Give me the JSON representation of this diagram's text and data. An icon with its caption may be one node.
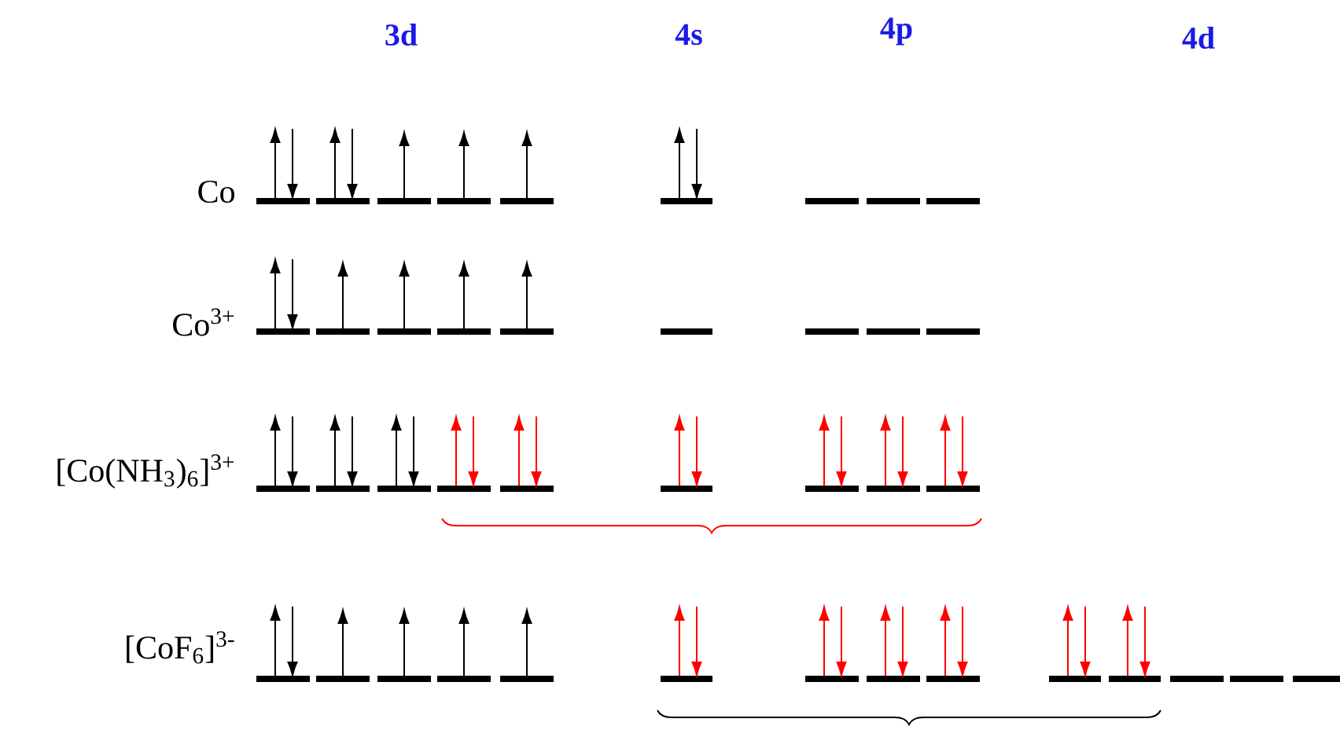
{
  "diagram": {
    "labels": [
      "3d",
      "4s",
      "4p",
      "4d",
      "Co",
      "Co$^{3+}$",
      "[Co(NH$_{3}$)$_{6}$]$^{3+}$",
      "[CoF$_{6}$]$^{3-}$"
    ]
  }
}
